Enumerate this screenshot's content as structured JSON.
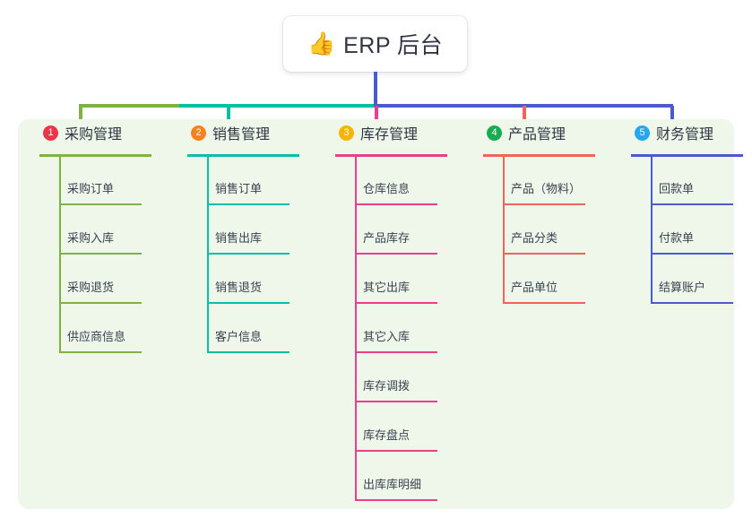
{
  "title": {
    "emoji": "👍",
    "emoji_name": "thumbs-up-icon",
    "text": "ERP 后台"
  },
  "theme": {
    "page_background": "#ffffff",
    "panel_background": "#eef7ea",
    "title_card_background": "#ffffff",
    "text_color": "#2f3642",
    "bus_green": "#7cb342",
    "bus_teal": "#06bfa5",
    "bus_blue": "#4a5bd0"
  },
  "columns": [
    {
      "number": "1",
      "title": "采购管理",
      "badge_color": "#e8374a",
      "line_color": "#7cb342",
      "items": [
        {
          "label": "采购订单"
        },
        {
          "label": "采购入库"
        },
        {
          "label": "采购退货"
        },
        {
          "label": "供应商信息"
        }
      ]
    },
    {
      "number": "2",
      "title": "销售管理",
      "badge_color": "#f5821f",
      "line_color": "#06bfa5",
      "items": [
        {
          "label": "销售订单"
        },
        {
          "label": "销售出库"
        },
        {
          "label": "销售退货"
        },
        {
          "label": "客户信息"
        }
      ]
    },
    {
      "number": "3",
      "title": "库存管理",
      "badge_color": "#f7b500",
      "line_color": "#ea3f8c",
      "items": [
        {
          "label": "仓库信息"
        },
        {
          "label": "产品库存"
        },
        {
          "label": "其它出库"
        },
        {
          "label": "其它入库"
        },
        {
          "label": "库存调拨"
        },
        {
          "label": "库存盘点"
        },
        {
          "label": "出库库明细"
        }
      ]
    },
    {
      "number": "4",
      "title": "产品管理",
      "badge_color": "#17ab52",
      "line_color": "#f4635a",
      "items": [
        {
          "label": "产品（物料）"
        },
        {
          "label": "产品分类"
        },
        {
          "label": "产品单位"
        }
      ]
    },
    {
      "number": "5",
      "title": "财务管理",
      "badge_color": "#22a7f0",
      "line_color": "#4a5bd0",
      "items": [
        {
          "label": "回款单"
        },
        {
          "label": "付款单"
        },
        {
          "label": "结算账户"
        }
      ]
    }
  ]
}
